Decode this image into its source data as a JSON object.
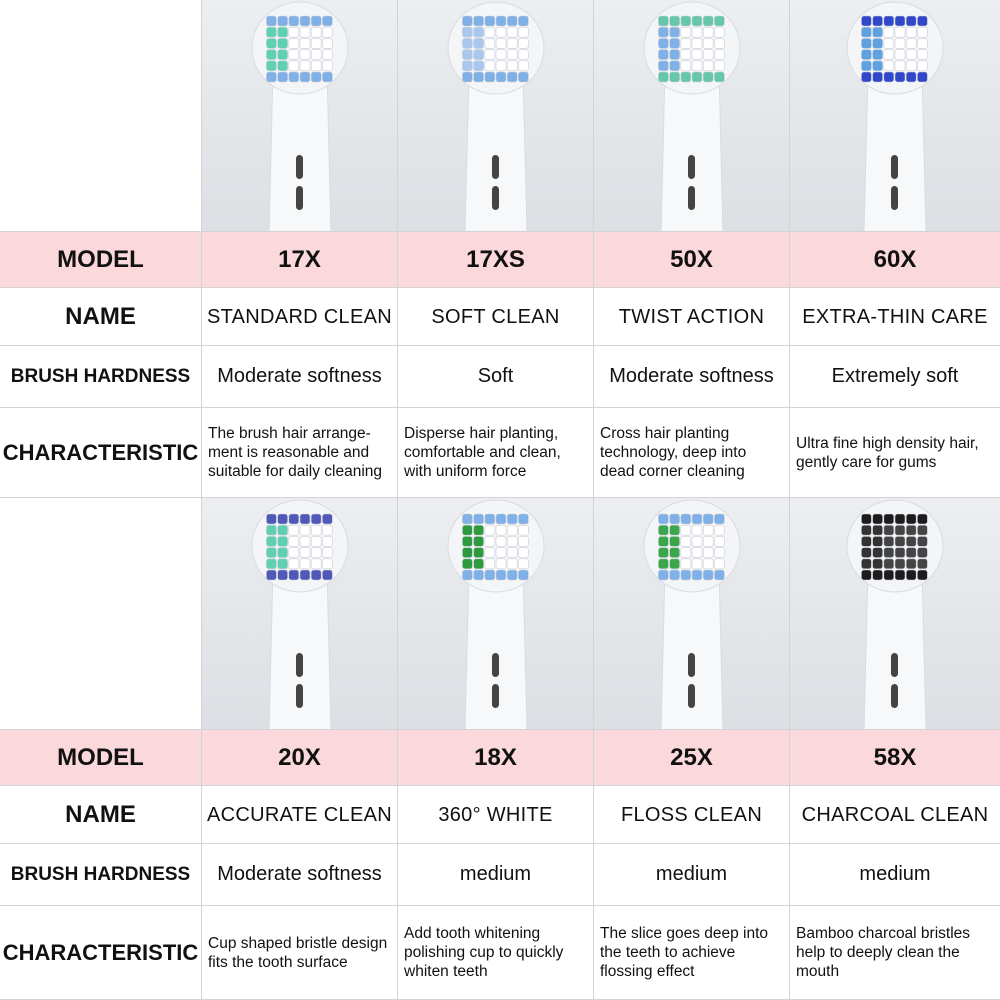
{
  "labels": {
    "model": "MODEL",
    "name": "NAME",
    "brush_hardness": "BRUSH HARDNESS",
    "characteristic": "CHARACTERISTIC"
  },
  "sections": [
    {
      "products": [
        {
          "model": "17X",
          "name": "STANDARD CLEAN",
          "hardness": "Moderate softness",
          "characteristic": "The brush hair arrange-ment is reasonable and suitable for daily cleaning",
          "bristle_colors": [
            "#7fb0e8",
            "#5fd0b0",
            "#ffffff"
          ],
          "icon": "toothbrush-head-icon"
        },
        {
          "model": "17XS",
          "name": "SOFT CLEAN",
          "hardness": "Soft",
          "characteristic": "Disperse hair planting, comfortable and clean, with uniform force",
          "bristle_colors": [
            "#7fb0e8",
            "#a8c8f0",
            "#ffffff"
          ],
          "icon": "toothbrush-head-icon"
        },
        {
          "model": "50X",
          "name": "TWIST ACTION",
          "hardness": "Moderate softness",
          "characteristic": "Cross hair planting technology, deep into dead corner cleaning",
          "bristle_colors": [
            "#66c8a8",
            "#7fb0e8",
            "#ffffff"
          ],
          "icon": "toothbrush-head-icon"
        },
        {
          "model": "60X",
          "name": "EXTRA-THIN CARE",
          "hardness": "Extremely soft",
          "characteristic": "Ultra fine high density hair, gently care for gums",
          "bristle_colors": [
            "#2f47c8",
            "#5fa0e0",
            "#ffffff"
          ],
          "icon": "toothbrush-head-icon"
        }
      ]
    },
    {
      "products": [
        {
          "model": "20X",
          "name": "ACCURATE CLEAN",
          "hardness": "Moderate softness",
          "characteristic": "Cup shaped bristle design fits the tooth surface",
          "bristle_colors": [
            "#5058b8",
            "#5fd0b0",
            "#ffffff"
          ],
          "icon": "toothbrush-head-icon"
        },
        {
          "model": "18X",
          "name": "360° WHITE",
          "hardness": "medium",
          "characteristic": "Add tooth whitening polishing cup to quickly whiten teeth",
          "bristle_colors": [
            "#7fb0e8",
            "#2e9a3e",
            "#ffffff"
          ],
          "icon": "toothbrush-head-icon"
        },
        {
          "model": "25X",
          "name": "FLOSS CLEAN",
          "hardness": "medium",
          "characteristic": "The slice goes deep into the teeth to achieve flossing effect",
          "bristle_colors": [
            "#7fb0e8",
            "#3aa84a",
            "#ffffff"
          ],
          "icon": "toothbrush-head-icon"
        },
        {
          "model": "58X",
          "name": "CHARCOAL CLEAN",
          "hardness": "medium",
          "characteristic": "Bamboo charcoal bristles help to deeply clean the mouth",
          "bristle_colors": [
            "#1c1c1c",
            "#333333",
            "#444444"
          ],
          "icon": "toothbrush-head-icon"
        }
      ]
    }
  ],
  "colors": {
    "model_row_bg": "#fbd8db",
    "grid_line": "#d3d3d3",
    "image_bg": "#e6e8eb"
  }
}
